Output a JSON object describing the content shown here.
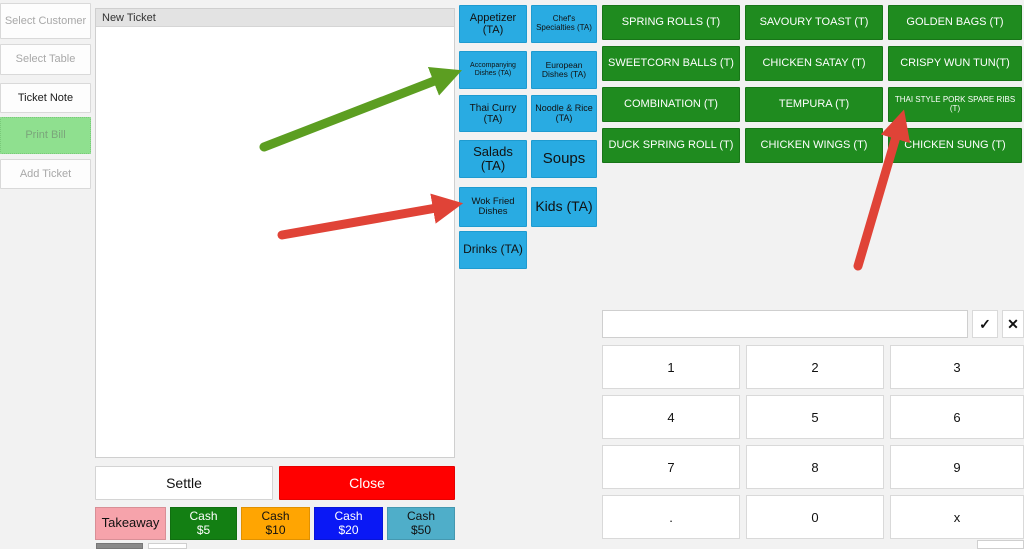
{
  "ticket": {
    "header": "New Ticket"
  },
  "sidebar": {
    "items": [
      {
        "label": "Select Customer"
      },
      {
        "label": "Select Table"
      },
      {
        "label": "Ticket Note"
      },
      {
        "label": "Print Bill"
      },
      {
        "label": "Add Ticket"
      }
    ]
  },
  "categories": [
    {
      "label": "Appetizer (TA)"
    },
    {
      "label": "Chef's Specialties (TA)"
    },
    {
      "label": "Accompanying Dishes (TA)"
    },
    {
      "label": "European Dishes (TA)"
    },
    {
      "label": "Thai Curry (TA)"
    },
    {
      "label": "Noodle & Rice (TA)"
    },
    {
      "label": "Salads (TA)"
    },
    {
      "label": "Soups"
    },
    {
      "label": "Wok Fried Dishes"
    },
    {
      "label": "Kids (TA)"
    },
    {
      "label": "Drinks (TA)"
    }
  ],
  "menu_items": [
    {
      "label": "SPRING ROLLS (T)"
    },
    {
      "label": "SAVOURY TOAST (T)"
    },
    {
      "label": "GOLDEN BAGS (T)"
    },
    {
      "label": "SWEETCORN BALLS (T)"
    },
    {
      "label": "CHICKEN SATAY (T)"
    },
    {
      "label": "CRISPY WUN TUN(T)"
    },
    {
      "label": "COMBINATION (T)"
    },
    {
      "label": "TEMPURA (T)"
    },
    {
      "label": "THAI STYLE PORK SPARE RIBS (T)"
    },
    {
      "label": "DUCK SPRING ROLL (T)"
    },
    {
      "label": "CHICKEN WINGS (T)"
    },
    {
      "label": "CHICKEN SUNG (T)"
    }
  ],
  "keypad": {
    "value": "",
    "confirm_icon": "✓",
    "cancel_icon": "✕",
    "keys": [
      "1",
      "2",
      "3",
      "4",
      "5",
      "6",
      "7",
      "8",
      "9",
      ".",
      "0",
      "x"
    ]
  },
  "footer": {
    "settle": "Settle",
    "close": "Close",
    "payments": [
      {
        "line1": "Takeaway",
        "line2": "",
        "color": "#f6a3ab"
      },
      {
        "line1": "Cash",
        "line2": "$5",
        "color": "#137f13"
      },
      {
        "line1": "Cash",
        "line2": "$10",
        "color": "#ffa502"
      },
      {
        "line1": "Cash",
        "line2": "$20",
        "color": "#0a18f5"
      },
      {
        "line1": "Cash",
        "line2": "$50",
        "color": "#4faec9"
      }
    ]
  },
  "annotations": {
    "green_arrow": {
      "color": "#5c9e21"
    },
    "red_arrow_1": {
      "color": "#e04337"
    },
    "red_arrow_2": {
      "color": "#e04337"
    }
  }
}
